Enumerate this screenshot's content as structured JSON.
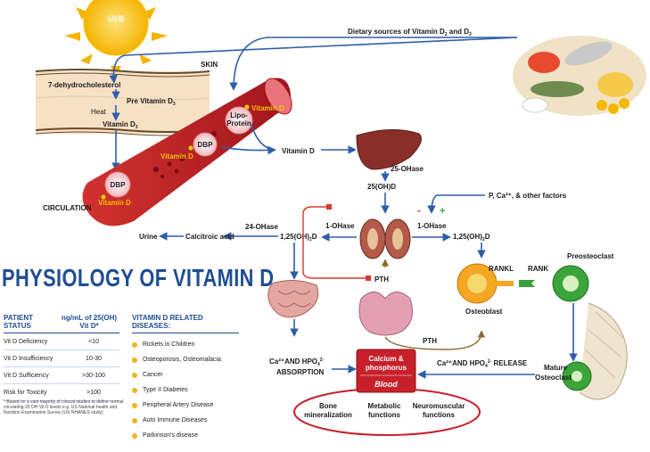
{
  "diagram": {
    "uvb": "UVB",
    "skin": "SKIN",
    "dehydro": "7-dehydrocholesterol",
    "pre_vit": "Pre Vitamin D",
    "pre_vit_sub": "3",
    "heat": "Heat",
    "vit_d3": "Vitamin D",
    "vit_d3_sub": "3",
    "circulation": "CIRCULATION",
    "dbp": "DBP",
    "vitamin_d": "Vitamin D",
    "lipo_1": "Lipo-",
    "lipo_2": "Protein",
    "dietary": "Dietary sources of Vitamin D",
    "dietary_sub2": "2",
    "dietary_and": " and D",
    "dietary_sub3": "3",
    "ohase25": "25-OHase",
    "ohd25": "25(OH)D",
    "factors": "P, Ca²⁺, & other factors",
    "minus": "-",
    "plus": "+",
    "ohase24": "24-OHase",
    "ohase1": "1-OHase",
    "dihydroxy": "1,25(OH)",
    "dihydroxy_sub": "2",
    "dihydroxy_d": "D",
    "urine": "Urine",
    "calcitroic": "Calcitroic acid",
    "pth": "PTH",
    "rankl": "RANKL",
    "rank": "RANK",
    "preosteoclast": "Preosteoclast",
    "osteoblast": "Osteoblast",
    "absorption_1": "Ca²⁺AND HPO",
    "absorption_sub": "4",
    "absorption_sup": "2-",
    "absorption_2": "ABSORPTION",
    "release": "Ca²⁺AND HPO",
    "release_sub": "4",
    "release_sup": "2-",
    "release_2": " RELEASE",
    "mature_1": "Mature",
    "mature_2": "Osteoclast",
    "calcium_1": "Calcium &",
    "calcium_2": "phosphorus",
    "blood": "Blood",
    "bone_1": "Bone",
    "bone_2": "mineralization",
    "metabolic_1": "Metabolic",
    "metabolic_2": "functions",
    "neuro_1": "Neuromuscular",
    "neuro_2": "functions"
  },
  "title": "PHYSIOLOGY OF VITAMIN D",
  "status_table": {
    "header_status": "PATIENT STATUS",
    "header_level": "ng/mL of 25(OH) Vit D*",
    "rows": [
      {
        "status": "Vit D Deficiency",
        "value": "<10"
      },
      {
        "status": "Vit D Insufficiency",
        "value": "10-30"
      },
      {
        "status": "Vit D Sufficiency",
        "value": ">30-100"
      },
      {
        "status": "Risk for Toxicity",
        "value": ">100"
      }
    ]
  },
  "footnote": "* Based on a vast majority of clinical studies to define normal circulating 25 OH Vit D levels e.g. US National health and Nutrition Examination Survey (US NHANES study)",
  "diseases": {
    "header": "VITAMIN D RELATED DISEASES:",
    "items": [
      "Rickets in Children",
      "Osteoporosis, Osteomalacia",
      "Cancer",
      "Type II Diabetes",
      "Peripheral Artery Disease",
      "Auto Immune Diseases",
      "Parkinson's disease"
    ]
  },
  "colors": {
    "title_blue": "#1f4d94",
    "arrow_blue": "#2d5fa8",
    "vessel_red": "#c0262b",
    "vitamin_yellow": "#f2c200",
    "bullet_orange": "#f0b323"
  }
}
